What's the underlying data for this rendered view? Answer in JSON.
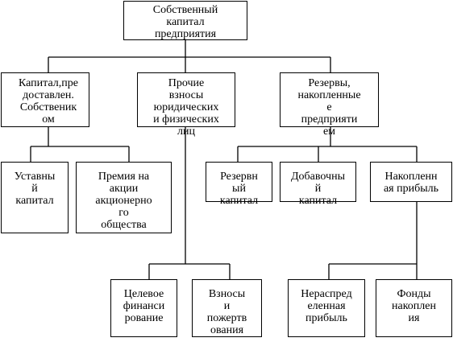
{
  "diagram": {
    "root": "Собственный\nкапитал\nпредприятия",
    "branch_owner": "Капитал,пре\nдоставлен.\nСобственик\nом",
    "branch_contrib": "Прочие\nвзносы\nюридических\nи физических\nлиц",
    "branch_reserves": "Резервы,\nнакопленные\nе\nпредприяти\nем",
    "leaf_charter": "Уставны\nй\nкапитал",
    "leaf_premium": "Премия на\nакции\nакционерно\nго\nобщества",
    "leaf_reserve_cap": "Резервн\nый\nкапитал",
    "leaf_additional": "Добавочны\nй\nкапитал",
    "leaf_accumulated": "Накопленн\nая прибыль",
    "leaf_targeted": "Целевое\nфинанси\nрование",
    "leaf_donations": "Взносы\nи\nпожертв\nования",
    "leaf_undistributed": "Нераспред\nеленная\nприбыль",
    "leaf_funds": "Фонды\nнакоплен\nия"
  }
}
